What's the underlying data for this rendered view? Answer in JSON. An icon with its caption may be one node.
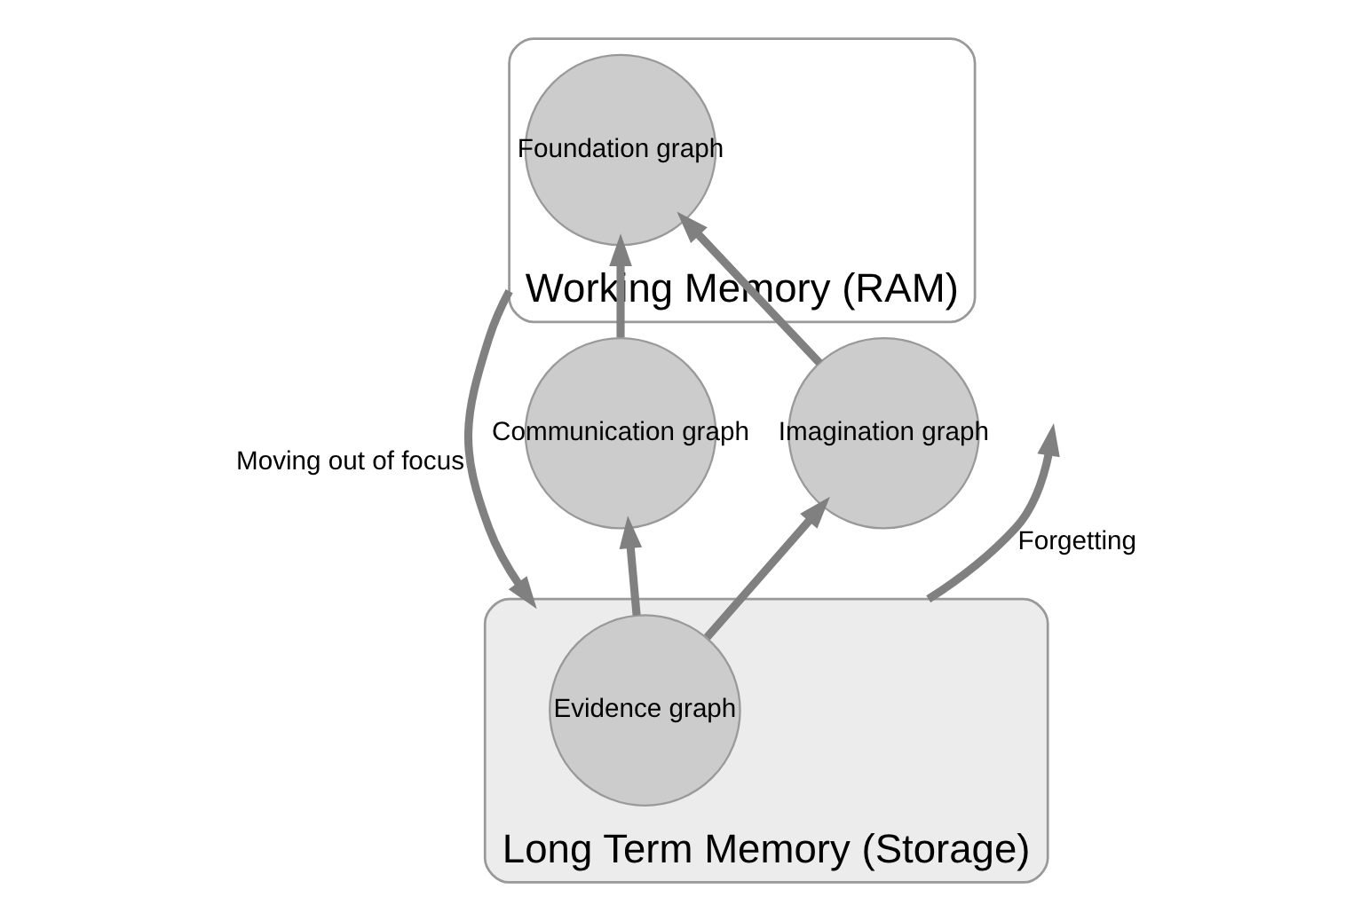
{
  "diagram": {
    "nodes": [
      {
        "text": [
          "Working Memory (RAM)"
        ]
      },
      {
        "text": [
          "Long Term Memory (Storage)"
        ]
      },
      {
        "text": [
          "Foundation graph"
        ],
        "in": 0
      },
      {
        "text": [
          "Communication graph"
        ]
      },
      {
        "text": [
          "Imagination graph"
        ]
      },
      {
        "text": [
          "Evidence graph"
        ],
        "in": 1
      }
    ],
    "edges": [
      {
        "from": 3,
        "to": 2,
        "arrow": "to"
      },
      {
        "from": 4,
        "to": 2,
        "arrow": "to"
      },
      {
        "from": 5,
        "to": 3,
        "arrow": "to"
      },
      {
        "from": 5,
        "to": 4,
        "arrow": "to"
      },
      {
        "from": 0,
        "to": 1,
        "arrow": "to",
        "label": "Moving out of focus"
      },
      {
        "from": 1,
        "to": null,
        "arrow": "to",
        "label": "Forgetting"
      }
    ]
  }
}
